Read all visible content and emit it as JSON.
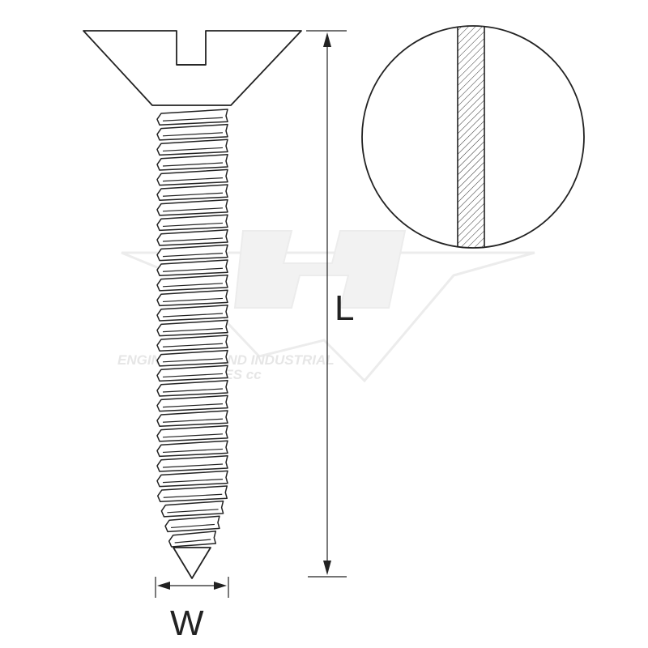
{
  "diagram": {
    "length_label": "L",
    "width_label": "W",
    "watermark": {
      "line1": "ENGINEERING AND INDUSTRIAL",
      "line2": "SUPPLIES cc"
    }
  },
  "colors": {
    "stroke": "#222222",
    "watermark": "#e6e6e6",
    "background": "#ffffff"
  },
  "icons": {
    "head_detail": "slotted-head-top-view",
    "screw": "countersunk-slotted-self-tapping-screw"
  }
}
